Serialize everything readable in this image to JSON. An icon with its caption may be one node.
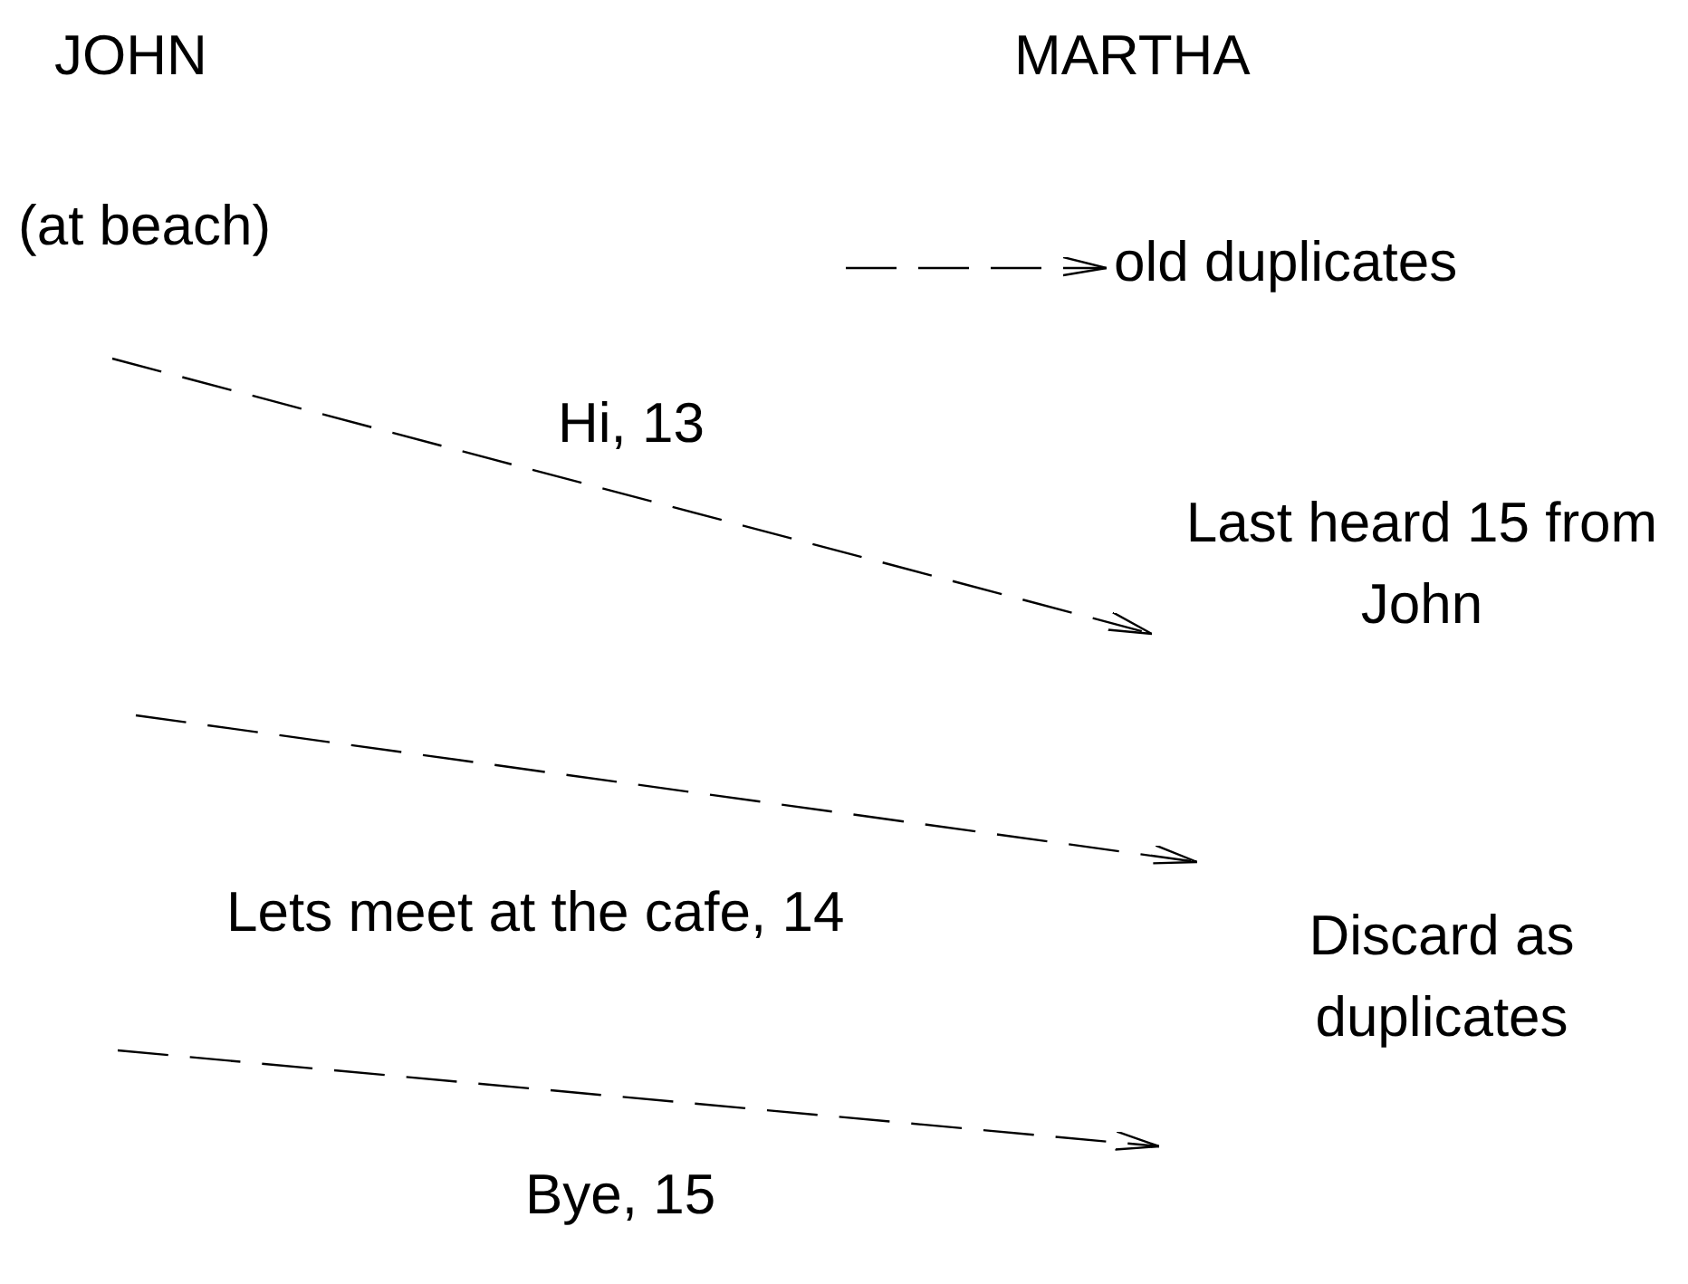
{
  "diagram": {
    "nodes": [
      {
        "text": [
          "JOHN"
        ],
        "beside": [
          "(at beach)"
        ]
      },
      {
        "text": [
          "MARTHA"
        ]
      },
      {
        "text": [
          "old duplicates"
        ]
      },
      {
        "text": [
          "Last heard 15 from John"
        ]
      },
      {
        "text": [
          "Discard as duplicates"
        ]
      }
    ],
    "edges": [
      {
        "from": null,
        "to": 2,
        "arrow": "to",
        "style": "dashed"
      },
      {
        "from": null,
        "to": 3,
        "arrow": "to",
        "style": "dashed",
        "label": "Hi, 13"
      },
      {
        "from": null,
        "to": 4,
        "arrow": "to",
        "style": "dashed",
        "label": "Lets meet at the cafe, 14"
      }
    ],
    "labels": [
      "Bye, 15"
    ]
  }
}
